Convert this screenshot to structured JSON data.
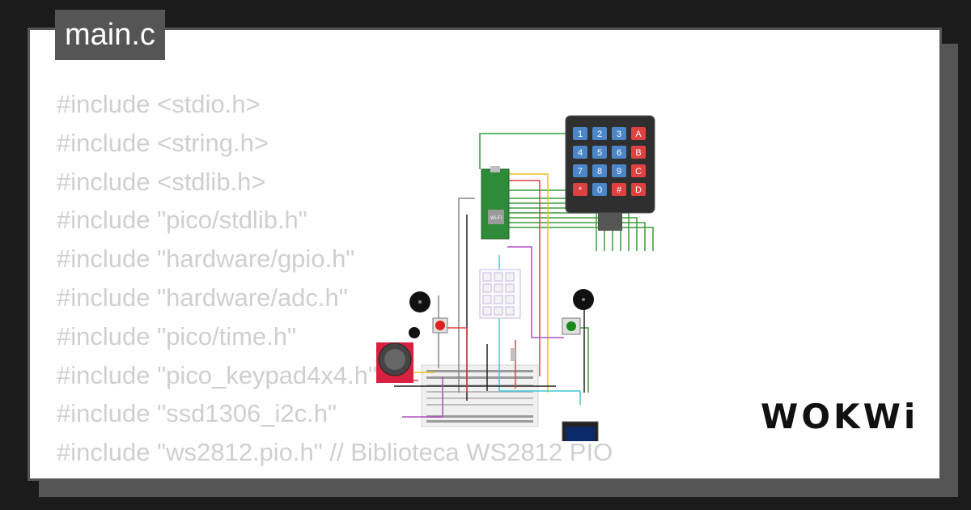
{
  "editor": {
    "filename": "main.c",
    "code_lines": [
      "#include <stdio.h>",
      "#include <string.h>",
      "#include <stdlib.h>",
      "#include \"pico/stdlib.h\"",
      "#include \"hardware/gpio.h\"",
      "#include \"hardware/adc.h\"",
      "#include \"pico/time.h\"",
      "#include \"pico_keypad4x4.h\"",
      "#include \"ssd1306_i2c.h\"",
      "#include \"ws2812.pio.h\" // Biblioteca WS2812 PIO"
    ]
  },
  "diagram": {
    "keypad_keys": [
      [
        "1",
        "2",
        "3",
        "A"
      ],
      [
        "4",
        "5",
        "6",
        "B"
      ],
      [
        "7",
        "8",
        "9",
        "C"
      ],
      [
        "*",
        "0",
        "#",
        "D"
      ]
    ],
    "pico_chip_label": "Wi-Fi"
  },
  "brand": {
    "logo_text": "WOKWi"
  },
  "colors": {
    "background": "#1b1b1b",
    "card": "#ffffff",
    "tab": "#555555",
    "code_text": "#cfcfcf",
    "key_blue": "#4a86c8",
    "key_red": "#e04040"
  }
}
